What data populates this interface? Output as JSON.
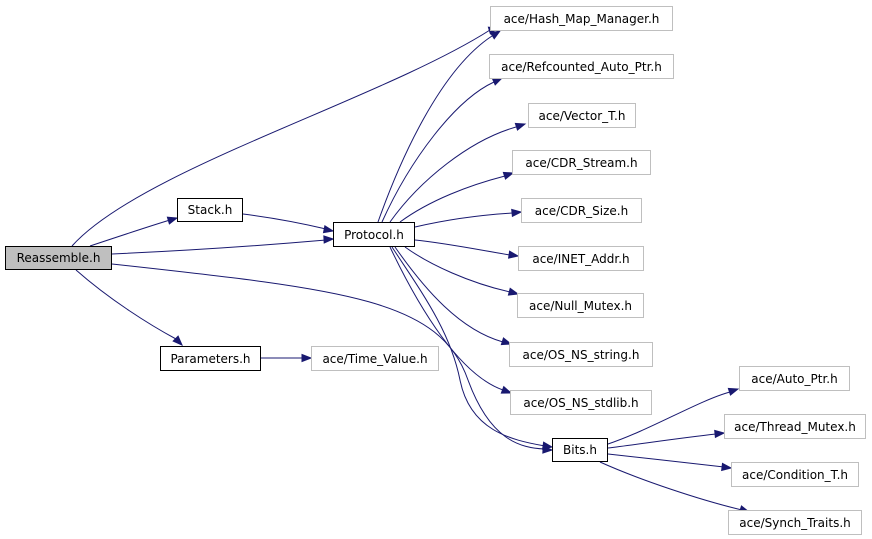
{
  "graph": {
    "nodes": [
      {
        "id": "reassemble",
        "label": "Reassemble.h",
        "kind": "root"
      },
      {
        "id": "stack",
        "label": "Stack.h",
        "kind": "local"
      },
      {
        "id": "protocol",
        "label": "Protocol.h",
        "kind": "local"
      },
      {
        "id": "parameters",
        "label": "Parameters.h",
        "kind": "local"
      },
      {
        "id": "bits",
        "label": "Bits.h",
        "kind": "local"
      },
      {
        "id": "hash_map_manager",
        "label": "ace/Hash_Map_Manager.h",
        "kind": "external"
      },
      {
        "id": "refcounted_auto_ptr",
        "label": "ace/Refcounted_Auto_Ptr.h",
        "kind": "external"
      },
      {
        "id": "vector_t",
        "label": "ace/Vector_T.h",
        "kind": "external"
      },
      {
        "id": "cdr_stream",
        "label": "ace/CDR_Stream.h",
        "kind": "external"
      },
      {
        "id": "cdr_size",
        "label": "ace/CDR_Size.h",
        "kind": "external"
      },
      {
        "id": "inet_addr",
        "label": "ace/INET_Addr.h",
        "kind": "external"
      },
      {
        "id": "null_mutex",
        "label": "ace/Null_Mutex.h",
        "kind": "external"
      },
      {
        "id": "os_ns_string",
        "label": "ace/OS_NS_string.h",
        "kind": "external"
      },
      {
        "id": "os_ns_stdlib",
        "label": "ace/OS_NS_stdlib.h",
        "kind": "external"
      },
      {
        "id": "time_value",
        "label": "ace/Time_Value.h",
        "kind": "external"
      },
      {
        "id": "auto_ptr",
        "label": "ace/Auto_Ptr.h",
        "kind": "external"
      },
      {
        "id": "thread_mutex",
        "label": "ace/Thread_Mutex.h",
        "kind": "external"
      },
      {
        "id": "condition_t",
        "label": "ace/Condition_T.h",
        "kind": "external"
      },
      {
        "id": "synch_traits",
        "label": "ace/Synch_Traits.h",
        "kind": "external"
      }
    ],
    "edges": [
      {
        "from": "reassemble",
        "to": "hash_map_manager"
      },
      {
        "from": "reassemble",
        "to": "stack"
      },
      {
        "from": "reassemble",
        "to": "protocol"
      },
      {
        "from": "reassemble",
        "to": "parameters"
      },
      {
        "from": "reassemble",
        "to": "bits"
      },
      {
        "from": "stack",
        "to": "protocol"
      },
      {
        "from": "protocol",
        "to": "hash_map_manager"
      },
      {
        "from": "protocol",
        "to": "refcounted_auto_ptr"
      },
      {
        "from": "protocol",
        "to": "vector_t"
      },
      {
        "from": "protocol",
        "to": "cdr_stream"
      },
      {
        "from": "protocol",
        "to": "cdr_size"
      },
      {
        "from": "protocol",
        "to": "inet_addr"
      },
      {
        "from": "protocol",
        "to": "null_mutex"
      },
      {
        "from": "protocol",
        "to": "os_ns_string"
      },
      {
        "from": "protocol",
        "to": "os_ns_stdlib"
      },
      {
        "from": "protocol",
        "to": "bits"
      },
      {
        "from": "parameters",
        "to": "time_value"
      },
      {
        "from": "bits",
        "to": "auto_ptr"
      },
      {
        "from": "bits",
        "to": "thread_mutex"
      },
      {
        "from": "bits",
        "to": "condition_t"
      },
      {
        "from": "bits",
        "to": "synch_traits"
      }
    ],
    "colors": {
      "edge": "#191970",
      "local_border": "#000000",
      "external_border": "#bfbfbf",
      "root_fill": "#bfbfbf"
    }
  }
}
